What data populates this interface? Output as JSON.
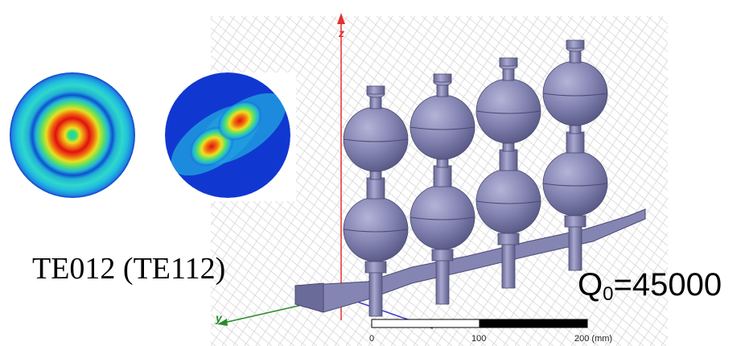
{
  "viewport": {
    "axes": {
      "z": "z",
      "y": "y"
    },
    "scale_bar": {
      "ticks": [
        "0",
        "100",
        "200 (mm)"
      ]
    }
  },
  "annotations": {
    "mode_label": "TE012  (TE112)",
    "q_label_main": "Q",
    "q_label_sub": "0",
    "q_label_value": "=45000"
  },
  "colors": {
    "cavity": "#8585b4",
    "cavity_dark": "#5e5e8c",
    "grid": "#d2d2d2",
    "z_axis": "#e53030",
    "y_axis": "#2a8a2a",
    "x_axis": "#3a3ad0"
  },
  "field_patterns": [
    {
      "name": "TE012 field pattern",
      "style": "concentric"
    },
    {
      "name": "TE112 field pattern",
      "style": "dipole"
    }
  ]
}
